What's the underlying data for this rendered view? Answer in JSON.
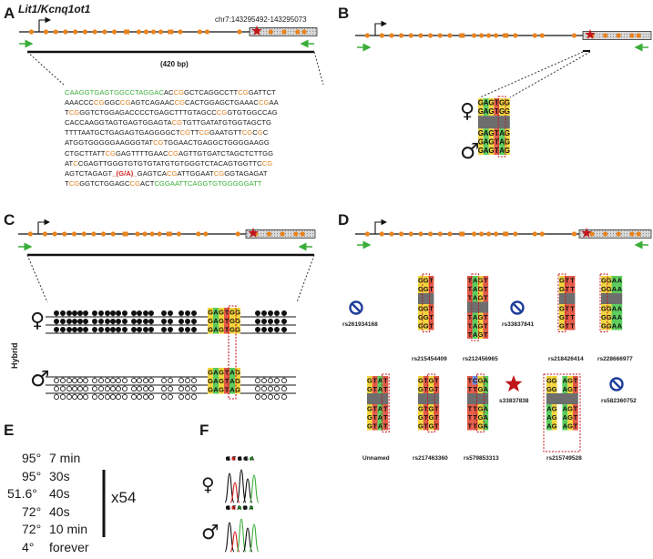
{
  "panels": {
    "a": "A",
    "b": "B",
    "c": "C",
    "d": "D",
    "e": "E",
    "f": "F"
  },
  "gene_name": "Lit1/Kcnq1ot1",
  "coordinates": "chr7:143295492-143295073",
  "amplicon_size": "(420 bp)",
  "sequence_lines": [
    [
      [
        "g",
        "CAAGGTGAGTGGCCTAGGAC"
      ],
      [
        "k",
        "AC"
      ],
      [
        "o",
        "CG"
      ],
      [
        "k",
        "GCTCAGGCCTT"
      ],
      [
        "o",
        "CG"
      ],
      [
        "k",
        "GATTCT"
      ]
    ],
    [
      [
        "k",
        "AAACCC"
      ],
      [
        "o",
        "CG"
      ],
      [
        "k",
        "GGC"
      ],
      [
        "o",
        "CG"
      ],
      [
        "k",
        "AGTCAGAAC"
      ],
      [
        "o",
        "CG"
      ],
      [
        "k",
        "CACTGGAGCTGAAAC"
      ],
      [
        "o",
        "CG"
      ],
      [
        "k",
        "AA"
      ]
    ],
    [
      [
        "k",
        "T"
      ],
      [
        "o",
        "CG"
      ],
      [
        "k",
        "GGTCTGGAGACCCCTGAGCTTTGTAGCC"
      ],
      [
        "o",
        "CG"
      ],
      [
        "k",
        "GTGTGGCCAG"
      ]
    ],
    [
      [
        "k",
        "CACCAAGGTAGTGAGTGGAGTA"
      ],
      [
        "o",
        "CG"
      ],
      [
        "k",
        "TGTTGATATGTGGTAGCTG"
      ]
    ],
    [
      [
        "k",
        "TTTTAATGCTGAGAGTGAGGGGCT"
      ],
      [
        "o",
        "CG"
      ],
      [
        "k",
        "TT"
      ],
      [
        "o",
        "CG"
      ],
      [
        "k",
        "GAATGTT"
      ],
      [
        "o",
        "CG"
      ],
      [
        "k",
        "C"
      ],
      [
        "o",
        "G"
      ],
      [
        "k",
        "C"
      ]
    ],
    [
      [
        "k",
        "ATGGTGGGGGAAGGGTAT"
      ],
      [
        "o",
        "CG"
      ],
      [
        "k",
        "TGGAACTGAGGCTGGGGAAGG"
      ]
    ],
    [
      [
        "k",
        "CTGCTTATT"
      ],
      [
        "o",
        "CG"
      ],
      [
        "k",
        "GAGTTTTGAAC"
      ],
      [
        "o",
        "CG"
      ],
      [
        "k",
        "AGTTGTGATCTAGCTCTTGG"
      ]
    ],
    [
      [
        "k",
        "AT"
      ],
      [
        "o",
        "C"
      ],
      [
        "k",
        "CGAGTTGGGTGTGTGTATGTGTGGGTCTACAGTGGTTC"
      ],
      [
        "o",
        "CG"
      ]
    ],
    [
      [
        "k",
        "AGTCTAGAGT"
      ],
      [
        "r",
        "_(G/A)_"
      ],
      [
        "k",
        "GAGTCA"
      ],
      [
        "o",
        "CG"
      ],
      [
        "k",
        "ATTGGAAT"
      ],
      [
        "o",
        "CG"
      ],
      [
        "k",
        "GGTAGAGAT"
      ]
    ],
    [
      [
        "k",
        "T"
      ],
      [
        "o",
        "CG"
      ],
      [
        "k",
        "GGTCTGGAGC"
      ],
      [
        "o",
        "CG"
      ],
      [
        "k",
        "ACT"
      ],
      [
        "g",
        "CGGAATTCAGGTGTGGGGGATT"
      ]
    ]
  ],
  "snp_bases_b": [
    "GAGTGG",
    "GAGTGG",
    "GAGTAG",
    "GAGTAG",
    "GAGTAG"
  ],
  "female_symbol": "♀",
  "male_symbol": "♂",
  "hybrid_label": "Hybrid",
  "snps": [
    {
      "id": "rs261934168",
      "kind": "absent"
    },
    {
      "id": "rs215454409",
      "kind": "seq",
      "top": [
        "GGT",
        "GGT"
      ],
      "bottom": [
        "GGT",
        "GGT",
        "GGT"
      ]
    },
    {
      "id": "rs212456965",
      "kind": "seq",
      "top": [
        "TAGT",
        "TAGT",
        "TAGT"
      ],
      "bottom": [
        "TAGT",
        "TAGT",
        "TAGT"
      ]
    },
    {
      "id": "rs33837841",
      "kind": "absent"
    },
    {
      "id": "rs218426414",
      "kind": "seq",
      "top": [
        "GTT",
        "GTT"
      ],
      "bottom": [
        "GTT",
        "GTT",
        "GTT"
      ]
    },
    {
      "id": "rs228666977",
      "kind": "seq",
      "top": [
        "GGAA",
        "GGAA"
      ],
      "bottom": [
        "GGAA",
        "GGAA",
        "GGAA"
      ]
    },
    {
      "id": "Unnamed",
      "kind": "seq",
      "top": [
        "GTAT",
        "GTAT"
      ],
      "bottom": [
        "GTAT",
        "GTAT",
        "GTAT"
      ]
    },
    {
      "id": "rs217463360",
      "kind": "seq",
      "top": [
        "GTGT",
        "GTGT"
      ],
      "bottom": [
        "GTGT",
        "GTGT",
        "GTGT"
      ]
    },
    {
      "id": "rs579853313",
      "kind": "seq",
      "top": [
        "TCGA",
        "TTGA"
      ],
      "bottom": [
        "TTGA",
        "TTGA",
        "TTGA"
      ]
    },
    {
      "id": "s33837838",
      "kind": "star"
    },
    {
      "id": "rs215749528",
      "kind": "seq",
      "top": [
        "GG AGT",
        "GG AGT"
      ],
      "bottom": [
        "AG AGT",
        "AG AGT",
        "AG AGT"
      ]
    },
    {
      "id": "rs582360752",
      "kind": "absent"
    }
  ],
  "pcr_program": [
    {
      "temp": "95°",
      "time": "7 min"
    },
    {
      "temp": "95°",
      "time": "30s"
    },
    {
      "temp": "51.6°",
      "time": "40s"
    },
    {
      "temp": "72°",
      "time": "40s"
    },
    {
      "temp": "72°",
      "time": "10 min"
    },
    {
      "temp": "4°",
      "time": "forever"
    }
  ],
  "cycles": "x54",
  "chromatogram_female_bases": "GTGGA",
  "chromatogram_male_bases": "GTAGA",
  "colors": {
    "cpg": "#e8831e",
    "primer": "#3aae3a",
    "star": "#c0161b",
    "base_green": "#5bd15b",
    "base_yellow": "#f3e65a",
    "base_red": "#e0463a",
    "base_blue": "#5a7dd8",
    "grey_bar": "#6e6e6e",
    "hatch": "#b8b8b8"
  }
}
